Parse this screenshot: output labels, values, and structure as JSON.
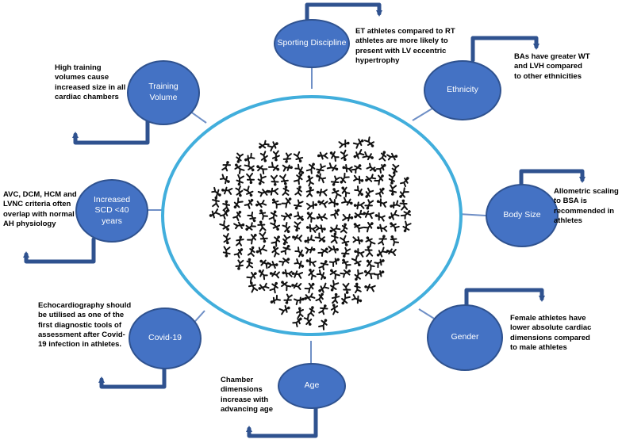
{
  "colors": {
    "node_fill": "#4472c4",
    "node_border": "#2f528f",
    "node_text": "#ffffff",
    "ring": "#41aedc",
    "connector": "#6f8fc6",
    "arrow": "#2f528f",
    "figure": "#111111"
  },
  "nodes": {
    "sporting": {
      "label": "Sporting Discipline",
      "note": "ET athletes compared to RT athletes are more likely to  present with LV eccentric hypertrophy"
    },
    "ethnicity": {
      "label": "Ethnicity",
      "note": "BAs have greater WT and LVH compared to other ethnicities"
    },
    "body_size": {
      "label": "Body Size",
      "note": "Allometric scaling to BSA is recommended in athletes"
    },
    "gender": {
      "label": "Gender",
      "note": "Female athletes have lower absolute cardiac dimensions compared to male athletes"
    },
    "age": {
      "label": "Age",
      "note": "Chamber dimensions increase with advancing age"
    },
    "covid": {
      "label": "Covid-19",
      "note": "Echocardiography should be utilised as one of the first diagnostic tools of assessment after Covid-19 infection in athletes."
    },
    "scd": {
      "label": "Increased SCD  <40 years",
      "note": "AVC, DCM, HCM and LVNC criteria often overlap with normal AH physiology"
    },
    "training": {
      "label": "Training Volume",
      "note": "High training volumes cause increased size in all cardiac chambers"
    }
  },
  "center": {
    "image": "heart-of-sport-pictograms"
  }
}
